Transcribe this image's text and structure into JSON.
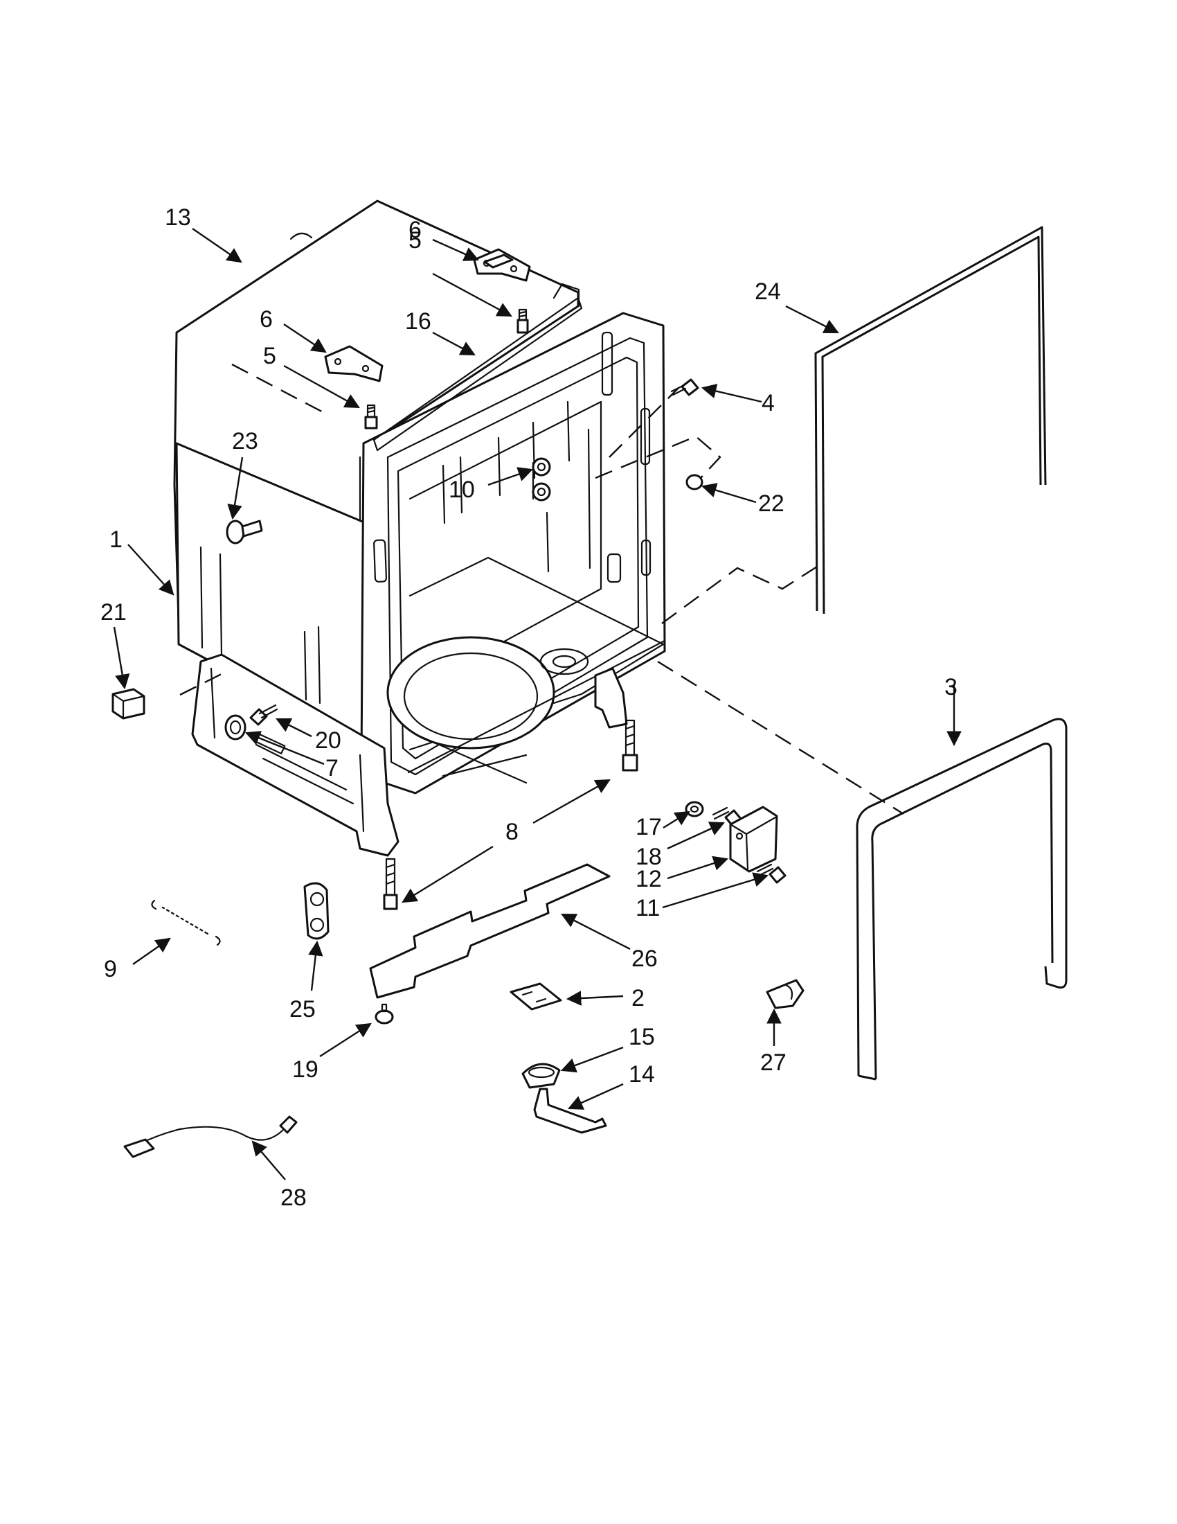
{
  "callouts": [
    {
      "id": "c1",
      "text": "1"
    },
    {
      "id": "c2",
      "text": "2"
    },
    {
      "id": "c3",
      "text": "3"
    },
    {
      "id": "c4",
      "text": "4"
    },
    {
      "id": "c5a",
      "text": "5"
    },
    {
      "id": "c5b",
      "text": "5"
    },
    {
      "id": "c6a",
      "text": "6"
    },
    {
      "id": "c6b",
      "text": "6"
    },
    {
      "id": "c7",
      "text": "7"
    },
    {
      "id": "c8",
      "text": "8"
    },
    {
      "id": "c9",
      "text": "9"
    },
    {
      "id": "c10",
      "text": "10"
    },
    {
      "id": "c11",
      "text": "11"
    },
    {
      "id": "c12",
      "text": "12"
    },
    {
      "id": "c13",
      "text": "13"
    },
    {
      "id": "c14",
      "text": "14"
    },
    {
      "id": "c15",
      "text": "15"
    },
    {
      "id": "c16",
      "text": "16"
    },
    {
      "id": "c17",
      "text": "17"
    },
    {
      "id": "c18",
      "text": "18"
    },
    {
      "id": "c19",
      "text": "19"
    },
    {
      "id": "c20",
      "text": "20"
    },
    {
      "id": "c21",
      "text": "21"
    },
    {
      "id": "c22",
      "text": "22"
    },
    {
      "id": "c23",
      "text": "23"
    },
    {
      "id": "c24",
      "text": "24"
    },
    {
      "id": "c25",
      "text": "25"
    },
    {
      "id": "c26",
      "text": "26"
    },
    {
      "id": "c27",
      "text": "27"
    },
    {
      "id": "c28",
      "text": "28"
    }
  ]
}
